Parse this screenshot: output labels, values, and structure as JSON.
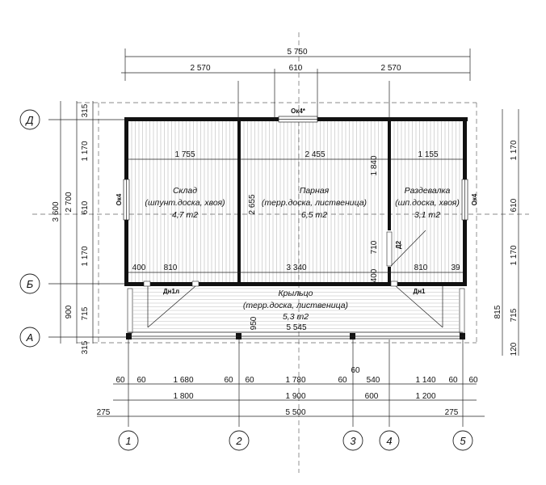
{
  "dims_top": {
    "overall": "5 750",
    "left": "2 570",
    "mid": "610",
    "right": "2 570"
  },
  "dims_left": {
    "total": "3 600",
    "upper": "2 700",
    "lower": "900",
    "seg_315_top": "315",
    "seg_1170_a": "1 170",
    "seg_610": "610",
    "seg_1170_b": "1 170",
    "seg_715": "715",
    "seg_315_bot": "315"
  },
  "dims_right": {
    "seg_1170_a": "1 170",
    "seg_610": "610",
    "seg_1170_b": "1 170",
    "seg_815": "815",
    "seg_715": "715",
    "seg_120": "120"
  },
  "dims_bottom": {
    "r1_60a": "60",
    "r1_60b": "60",
    "r1_1680": "1 680",
    "r1_60c": "60",
    "r1_60d": "60",
    "r1_1780": "1 780",
    "r1_60e": "60",
    "r1_60f": "60",
    "r1_540": "540",
    "r1_1140": "1 140",
    "r1_60g": "60",
    "r1_60h": "60",
    "r2_1800": "1 800",
    "r2_1900": "1 900",
    "r2_600": "600",
    "r2_1200": "1 200",
    "r3_275a": "275",
    "r3_5500": "5 500",
    "r3_275b": "275"
  },
  "inner_dims": {
    "d1755": "1 755",
    "d2455": "2 455",
    "d1155": "1 155",
    "d2655": "2 655",
    "d1840": "1 840",
    "d710": "710",
    "d400a": "400",
    "d810a": "810",
    "d3340": "3 340",
    "d810b": "810",
    "d39": "39",
    "d400b": "400",
    "d950": "950",
    "d5545": "5 545"
  },
  "rooms": [
    {
      "name": "Склад",
      "material": "(шпунт.доска, хвоя)",
      "area": "4,7 m2"
    },
    {
      "name": "Парная",
      "material": "(терр.доска, лиственица)",
      "area": "6,5 m2"
    },
    {
      "name": "Раздевалка",
      "material": "(шп.доска, хвоя)",
      "area": "3,1 m2"
    },
    {
      "name": "Крыльцо",
      "material": "(терр.доска, лиственица)",
      "area": "5,3 m2"
    }
  ],
  "tags": {
    "window_top": "Ок4*",
    "window_left": "Ок4",
    "window_right": "Ок4",
    "door_d2": "Д2",
    "door_dn1l": "Дн1л",
    "door_dn1": "Дн1"
  },
  "axes_letters": [
    "Д",
    "Б",
    "А"
  ],
  "axes_numbers": [
    "1",
    "2",
    "3",
    "4",
    "5"
  ]
}
